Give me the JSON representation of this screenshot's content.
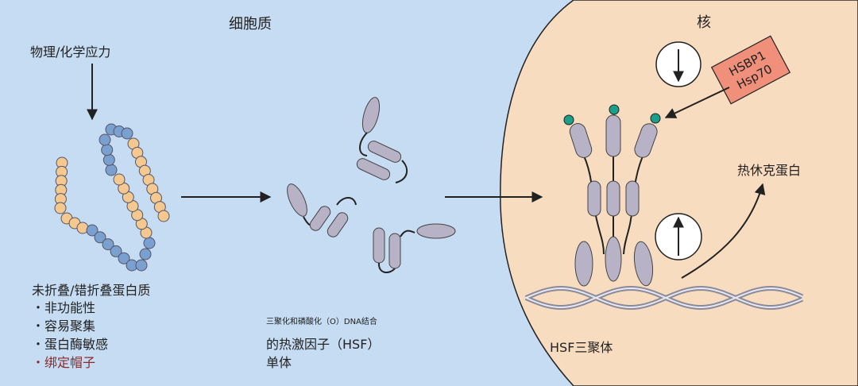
{
  "labels": {
    "cytoplasm": "细胞质",
    "nucleus": "核",
    "stress": "物理/化学应力",
    "unfolded_title": "未折叠/错折叠蛋白质",
    "trimer_phos": "三聚化和磷酸化（O）DNA结合",
    "hsf_monomer_line1": "的热激因子（HSF）",
    "hsf_monomer_line2": "单体",
    "hsf_trimer": "HSF三聚体",
    "hsp": "热休克蛋白",
    "hsbp_line1": "HSBP1",
    "hsbp_line2": "Hsp70"
  },
  "protein_properties": [
    {
      "bullet": "・",
      "text": "非功能性"
    },
    {
      "bullet": "・",
      "text": "容易聚集"
    },
    {
      "bullet": "・",
      "text": "蛋白酶敏感"
    },
    {
      "bullet": "・",
      "text": "绑定帽子"
    }
  ],
  "colors": {
    "cytoplasm_bg": "#c6dcf2",
    "nucleus_bg": "#f8dcc0",
    "bead_blue": "#7aa0d0",
    "bead_orange": "#f5c890",
    "hsf_subunit": "#b7b2c6",
    "phospho_dot": "#1aa08a",
    "hsbp_box": "#f0907a",
    "highlight_red": "#8a2a2a"
  },
  "icons": {
    "down_arrow": "down-arrow-icon",
    "up_arrow": "up-arrow-icon"
  }
}
